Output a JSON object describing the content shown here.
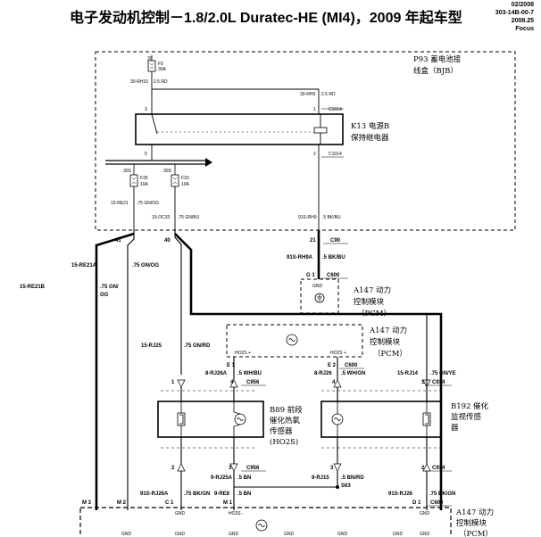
{
  "header": {
    "title": "电子发动机控制－1.8/2.0L Duratec-HE (MI4)，2009 年起车型",
    "date": "02/2008",
    "code": "303-14B-00-7",
    "version": "2008.25",
    "model": "Focus"
  },
  "bjb": {
    "label1": "P93 蓄电池接",
    "label2": "线盒（BJB）",
    "fuse_f9": {
      "id": "F9",
      "rating": "30A",
      "rail": "30"
    },
    "fuse_f35": {
      "id": "F35",
      "rating": "10A",
      "rail": "30S"
    },
    "fuse_f33": {
      "id": "F33",
      "rating": "10A",
      "rail": "30S"
    },
    "wire_30rh10": "30-RH10",
    "wire_30rh10_spec": "2.5 RD",
    "wire_30rh9": "30-RH9",
    "wire_30rh9_spec": "2.5 RD",
    "pin3": "3",
    "pin1": "1",
    "pin5": "5",
    "pin2": "2",
    "conn_c1014_top": "C1014",
    "conn_c1014_bot": "C1014",
    "wire_15re21": "15-RE21",
    "wire_15re21_spec": ".75 GN/OG",
    "wire_15oc33": "15-OC33",
    "wire_15oc33_spec": ".75 GN/BU",
    "wire_91srh9": "91S-RH9",
    "wire_91srh9_spec": ".5 BK/BU"
  },
  "relay": {
    "label1": "K13 电源B",
    "label2": "保持继电器"
  },
  "connectors": {
    "pin41": "41",
    "pin40": "40",
    "pin21": "21",
    "c90": "C90",
    "wire_91srh9a": "91S-RH9A",
    "wire_91srh9a_spec": ".5 BK/BU",
    "wire_15re21a": "15-RE21A",
    "wire_15re21a_spec": ".75 GN/OG",
    "wire_15re21b": "15-RE21B",
    "wire_15re21b_spec_1": ".75 GN/",
    "wire_15re21b_spec_2": "OG",
    "g1": "G 1",
    "c600_top": "C600",
    "gnd_top": "GND"
  },
  "pcm_top": {
    "label1": "A147 动力",
    "label2": "控制模块",
    "label3": "（PCM）"
  },
  "pcm_mid": {
    "label1": "A147 动力",
    "label2": "控制模块",
    "label3": "（PCM）",
    "ho2s_left": "HO2S +",
    "ho2s_right": "HO2S +"
  },
  "mid_wires": {
    "wire_15rj25": "15-RJ25",
    "wire_15rj25_spec": ".75 GN/RD",
    "e1": "E 1",
    "e2": "E 2",
    "c600_mid": "C600",
    "wire_8rj26a": "8-RJ26A",
    "wire_8rj26a_spec": ".5 WH/BU",
    "wire_8rj26": "8-RJ26",
    "wire_8rj26_spec": ".5 WH/GN",
    "wire_15rj14": "15-RJ14",
    "wire_15rj14_spec": ".75 GN/YE",
    "pin1_l": "1",
    "pin4_l": "4",
    "c956_top": "C956",
    "pin4_r": "4",
    "pin1_r": "1",
    "c934_top": "C934"
  },
  "sensors": {
    "b89_1": "B89 前段",
    "b89_2": "催化热氧",
    "b89_3": "传感器",
    "b89_4": "(HO2S)",
    "b192_1": "B192 催化",
    "b192_2": "监视传感",
    "b192_3": "器"
  },
  "bottom_wires": {
    "pin2_l": "2",
    "pin3_l": "3",
    "c956_bot": "C956",
    "pin3_r": "3",
    "pin2_r": "2",
    "c934_bot": "C934",
    "wire_9rj25a": "9-RJ25A",
    "wire_9rj25a_spec": ".5 BN",
    "wire_9rj15": "9-RJ15",
    "wire_9rj15_spec": ".5 BN/RD",
    "s63": "S63",
    "wire_91srj26a": "91S-RJ26A",
    "wire_91srj26a_spec": ".75 BK/GN",
    "wire_9re8": "9-RE8",
    "wire_9re8_spec": ".5 BN",
    "wire_91srj26": "91S-RJ26",
    "wire_91srj26_spec": ".75 BK/GN",
    "m3": "M 3",
    "m2": "M 2",
    "c1": "C 1",
    "m1": "M 1",
    "d1": "D 1",
    "c600_bot": "C600"
  },
  "pcm_bot": {
    "label1": "A147 动力",
    "label2": "控制模块",
    "label3": "（PCM）",
    "gnd": "GND",
    "ho2s": "HO2S -"
  }
}
